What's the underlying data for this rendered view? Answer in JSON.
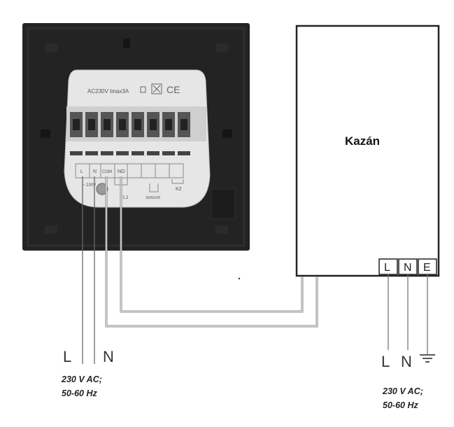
{
  "thermostat": {
    "rating_text": "AC230V  Imax3A",
    "ce_mark": "CE",
    "terminals": [
      "L",
      "N",
      "COM",
      "NO",
      "",
      "",
      "",
      ""
    ],
    "under_label_left": "~ 230V",
    "under_label_mid": "L1",
    "under_label_sensor": "SENSOR",
    "under_label_right": "K2"
  },
  "boiler": {
    "title": "Kazán",
    "terminals": [
      "L",
      "N",
      "E"
    ]
  },
  "mains_left": {
    "label_l": "L",
    "label_n": "N",
    "spec_line1": "230 V AC;",
    "spec_line2": "50-60 Hz"
  },
  "mains_right": {
    "label_l": "L",
    "label_n": "N",
    "spec_line1": "230 V AC;",
    "spec_line2": "50-60 Hz"
  },
  "icons": [
    "ground-icon",
    "recycle-bin-icon",
    "double-square-icon"
  ]
}
